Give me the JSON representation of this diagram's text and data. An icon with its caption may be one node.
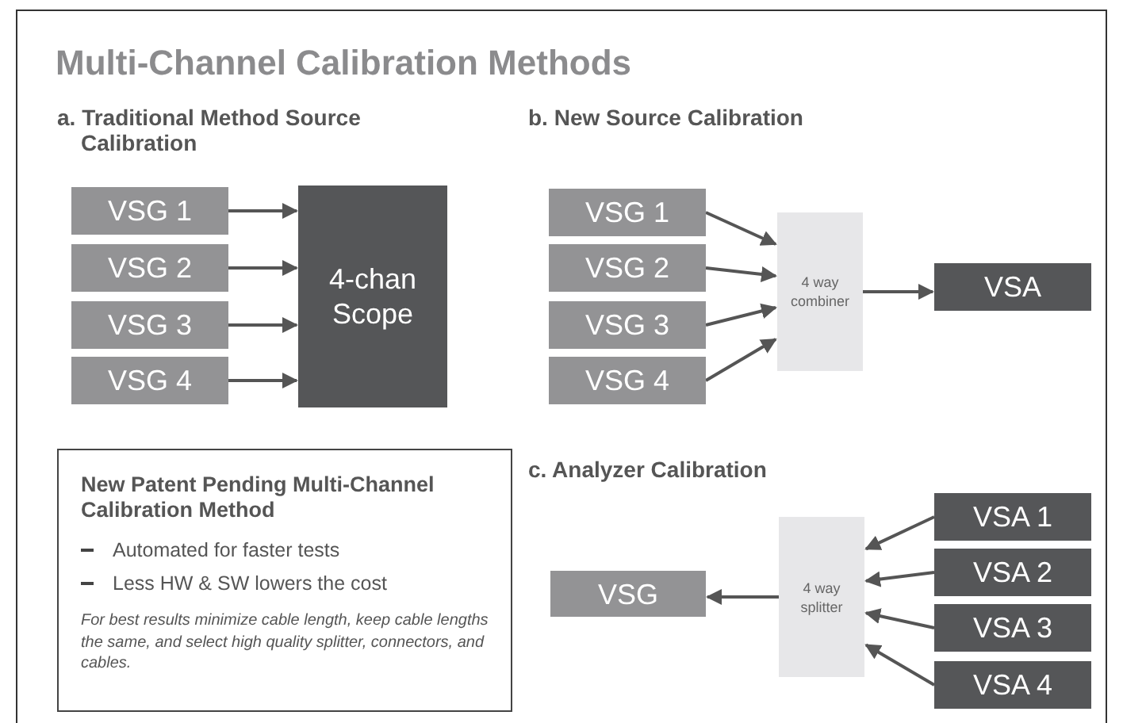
{
  "diagram": {
    "title": "Multi-Channel Calibration Methods",
    "nodes": [
      {
        "text": [
          "VSG 1"
        ]
      },
      {
        "text": [
          "VSG 2"
        ]
      },
      {
        "text": [
          "VSG 3"
        ]
      },
      {
        "text": [
          "VSG 4"
        ]
      },
      {
        "text": [
          "4-chan Scope"
        ]
      },
      {
        "text": [
          "VSG 1"
        ]
      },
      {
        "text": [
          "VSG 2"
        ]
      },
      {
        "text": [
          "VSG 3"
        ]
      },
      {
        "text": [
          "VSG 4"
        ]
      },
      {
        "text": [
          "4 way combiner"
        ]
      },
      {
        "text": [
          "VSA"
        ]
      },
      {
        "text": [
          "New Patent Pending Multi-Channel Calibration Method",
          "Automated for faster tests",
          "Less HW & SW lowers the cost",
          "For best results minimize cable length, keep cable lengths the same, and select high quality splitter, connectors, and cables."
        ]
      },
      {
        "text": [
          "VSG"
        ]
      },
      {
        "text": [
          "4 way splitter"
        ]
      },
      {
        "text": [
          "VSA 1"
        ]
      },
      {
        "text": [
          "VSA 2"
        ]
      },
      {
        "text": [
          "VSA 3"
        ]
      },
      {
        "text": [
          "VSA 4"
        ]
      }
    ],
    "edges": [
      {
        "from": 0,
        "to": 4,
        "arrow": "to"
      },
      {
        "from": 1,
        "to": 4,
        "arrow": "to"
      },
      {
        "from": 2,
        "to": 4,
        "arrow": "to"
      },
      {
        "from": 3,
        "to": 4,
        "arrow": "to"
      },
      {
        "from": 5,
        "to": 9,
        "arrow": "to"
      },
      {
        "from": 6,
        "to": 9,
        "arrow": "to"
      },
      {
        "from": 7,
        "to": 9,
        "arrow": "to"
      },
      {
        "from": 8,
        "to": 9,
        "arrow": "to"
      },
      {
        "from": 9,
        "to": 10,
        "arrow": "to"
      },
      {
        "from": 14,
        "to": 13,
        "arrow": "to"
      },
      {
        "from": 15,
        "to": 13,
        "arrow": "to"
      },
      {
        "from": 16,
        "to": 13,
        "arrow": "to"
      },
      {
        "from": 17,
        "to": 13,
        "arrow": "to"
      },
      {
        "from": 13,
        "to": 12,
        "arrow": "to"
      }
    ],
    "labels": [
      "a. Traditional Method Source Calibration",
      "b. New Source Calibration",
      "c. Analyzer Calibration"
    ]
  }
}
